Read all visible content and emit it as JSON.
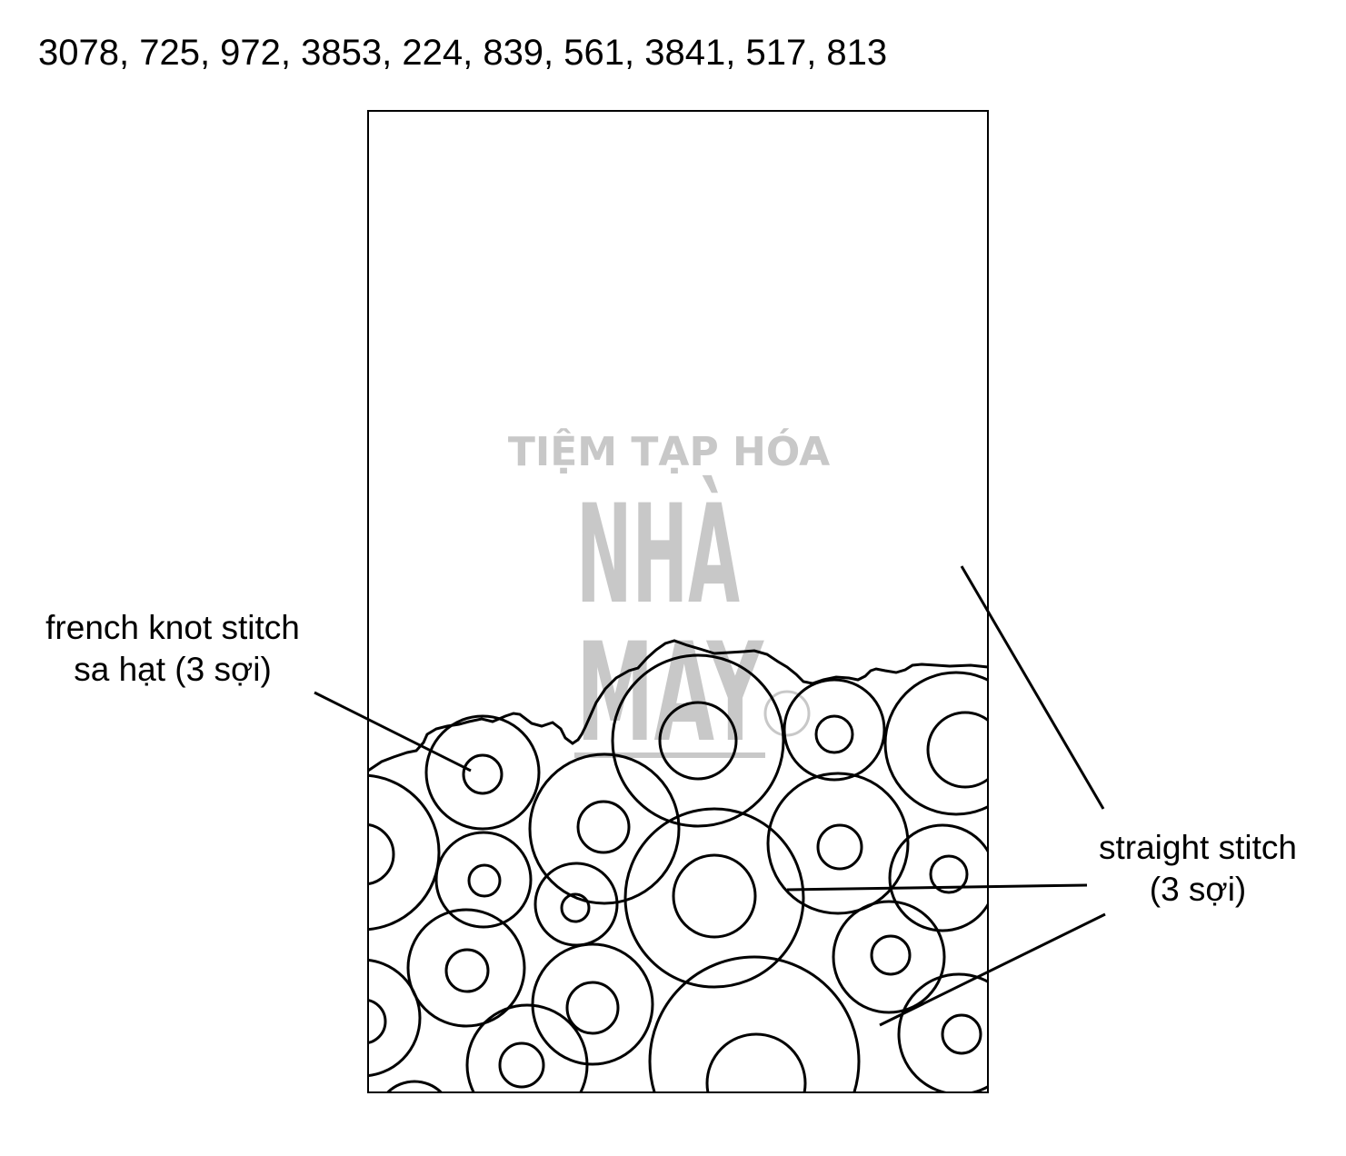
{
  "header": {
    "floss_colors": "3078, 725, 972, 3853, 224, 839, 561, 3841, 517, 813"
  },
  "labels": {
    "left_line1": "french knot stitch",
    "left_line2": "sa hạt (3 sợi)",
    "right_line1": "straight stitch",
    "right_line2": "(3 sợi)"
  },
  "watermark": {
    "line1": "TIỆM TẠP HÓA",
    "line2": "NHÀ",
    "line3": "MAY"
  },
  "colors": {
    "ink": "#000000",
    "watermark": "#c8c8c8",
    "background": "#ffffff"
  }
}
